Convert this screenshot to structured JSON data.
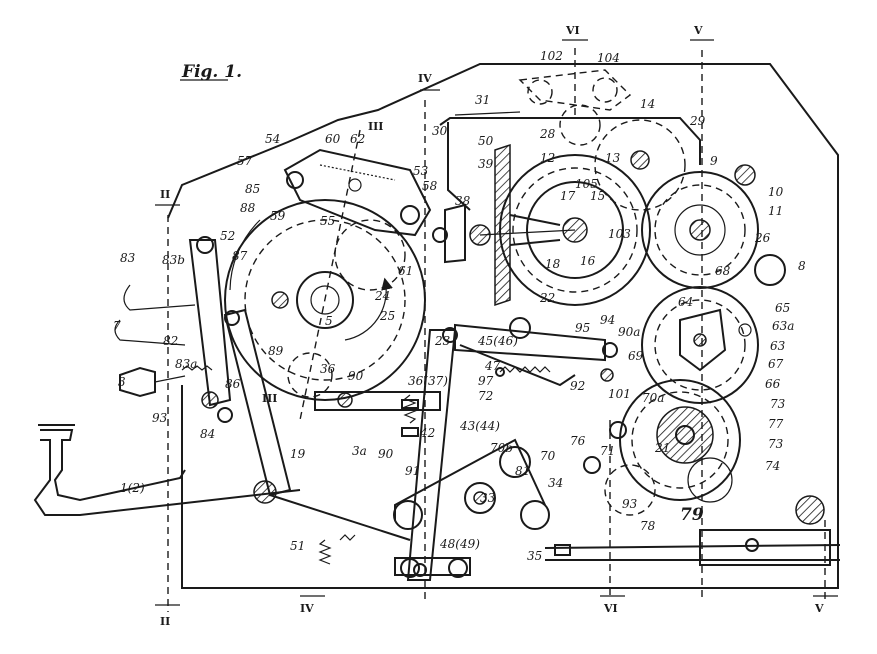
{
  "figure": {
    "title": "Fig. 1.",
    "section_marks": [
      "II",
      "II",
      "III",
      "III",
      "IV",
      "IV",
      "V",
      "V",
      "VI",
      "VI"
    ],
    "labels": {
      "l1": "1(2)",
      "l3": "3",
      "l3a": "3a",
      "l5": "5",
      "l7": "7",
      "l8": "8",
      "l9": "9",
      "l10": "10",
      "l11": "11",
      "l12": "12",
      "l13": "13",
      "l14": "14",
      "l15": "15",
      "l16": "16",
      "l17": "17",
      "l18": "18",
      "l19": "19",
      "l21": "21",
      "l22": "22",
      "l23": "23",
      "l24": "24",
      "l25": "25",
      "l26": "26",
      "l28": "28",
      "l29": "29",
      "l30": "30",
      "l31": "31",
      "l33": "33",
      "l34": "34",
      "l35": "35",
      "l36": "36",
      "l3637": "36(37)",
      "l38": "38",
      "l39": "39",
      "l4344": "43(44)",
      "l42": "42",
      "l4546": "45(46)",
      "l47": "47",
      "l4849": "48(49)",
      "l50": "50",
      "l51": "51",
      "l52": "52",
      "l53": "53",
      "l54": "54",
      "l55": "55",
      "l57": "57",
      "l58": "58",
      "l59": "59",
      "l60": "60",
      "l61": "61",
      "l62": "62",
      "l63": "63",
      "l63a": "63a",
      "l64": "64",
      "l65": "65",
      "l66": "66",
      "l67": "67",
      "l68": "68",
      "l69": "69",
      "l70": "70",
      "l70a": "70a",
      "l70b": "70b",
      "l71": "71",
      "l72": "72",
      "l73": "73",
      "l74": "74",
      "l76": "76",
      "l77": "77",
      "l78": "78",
      "l79": "79",
      "l81": "81",
      "l82": "82",
      "l83": "83",
      "l83a": "83a",
      "l83b": "83b",
      "l84": "84",
      "l85": "85",
      "l86": "86",
      "l87": "87",
      "l88": "88",
      "l89": "89",
      "l90": "90",
      "l90b": "90",
      "l90a": "90a",
      "l91": "91",
      "l92": "92",
      "l93": "93",
      "l93b": "93",
      "l94": "94",
      "l95": "95",
      "l97": "97",
      "l101": "101",
      "l102": "102",
      "l103": "103",
      "l104": "104",
      "l105": "105"
    }
  }
}
